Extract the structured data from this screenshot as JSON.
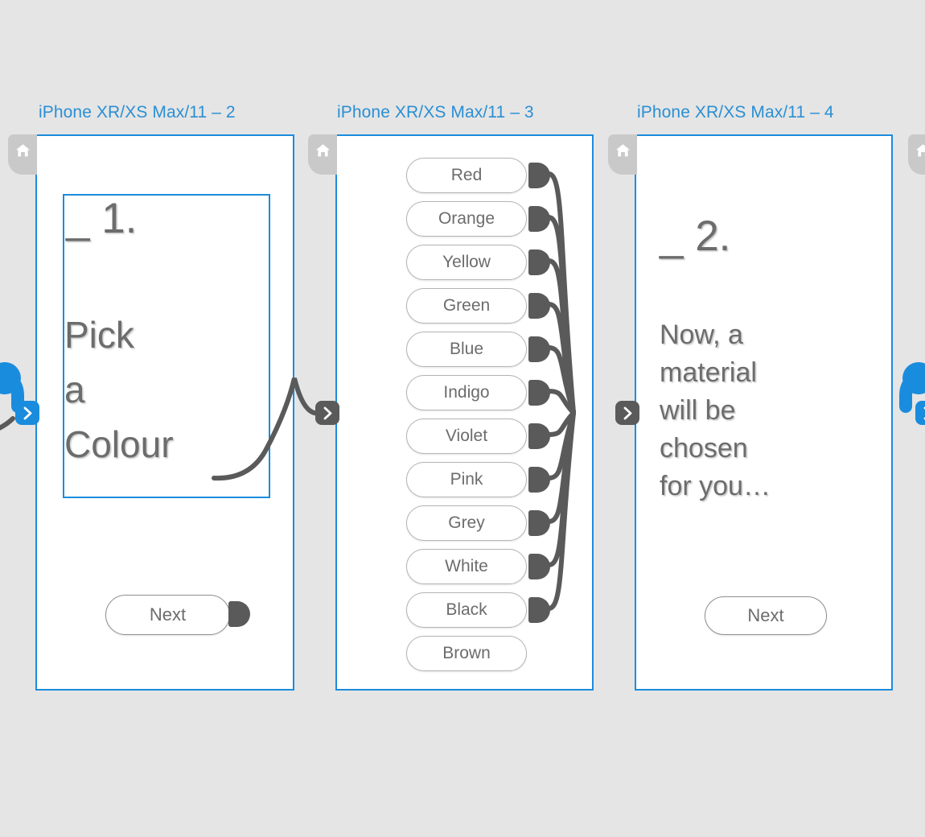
{
  "canvas": {
    "background": "#e5e5e5",
    "accent_blue": "#1a8cdd",
    "label_blue": "#2a8fd4",
    "wire_gray": "#5a5a5a",
    "text_gray": "#6c6c6c"
  },
  "artboards": [
    {
      "label": "iPhone XR/XS Max/11 – 2",
      "heading": "_ 1.",
      "body": "Pick\na\nColour",
      "next_label": "Next"
    },
    {
      "label": "iPhone XR/XS Max/11 – 3",
      "options": [
        "Red",
        "Orange",
        "Yellow",
        "Green",
        "Blue",
        "Indigo",
        "Violet",
        "Pink",
        "Grey",
        "White",
        "Black",
        "Brown"
      ]
    },
    {
      "label": "iPhone XR/XS Max/11 – 4",
      "heading": "_ 2.",
      "body": "Now, a\nmaterial\nwill be\nchosen\nfor you…",
      "next_label": "Next"
    }
  ],
  "icons": {
    "home": "home-icon",
    "chevron_right": "chevron-right-icon"
  }
}
